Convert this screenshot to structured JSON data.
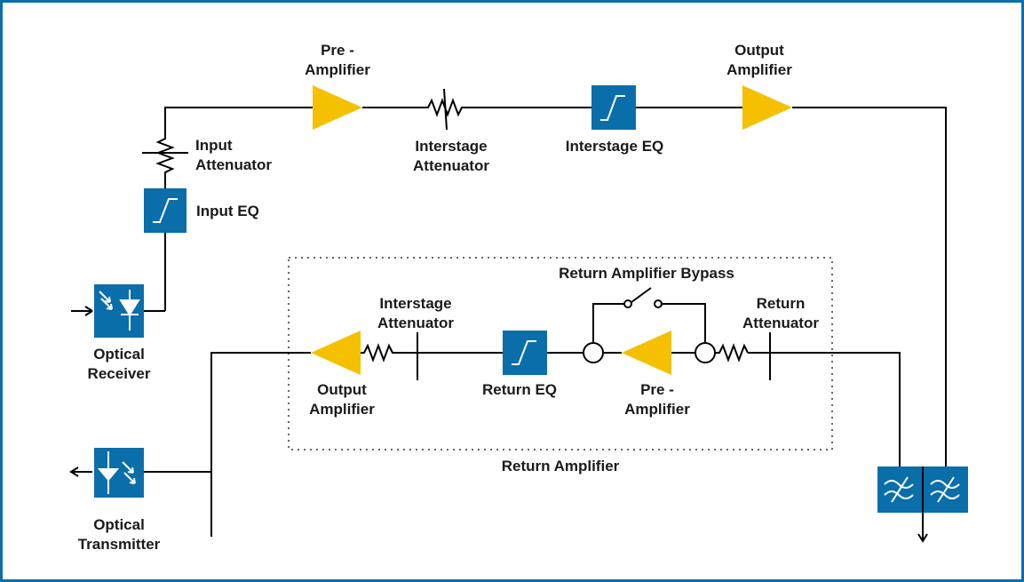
{
  "colors": {
    "frame": "#0a6eaa",
    "block": "#0a6eaa",
    "amplifier": "#f5c000",
    "line": "#000000"
  },
  "forward": {
    "pre_amplifier": [
      "Pre -",
      "Amplifier"
    ],
    "output_amplifier": [
      "Output",
      "Amplifier"
    ],
    "interstage_attenuator": [
      "Interstage",
      "Attenuator"
    ],
    "interstage_eq": "Interstage EQ",
    "input_attenuator": [
      "Input",
      "Attenuator"
    ],
    "input_eq": "Input EQ",
    "optical_receiver": [
      "Optical",
      "Receiver"
    ]
  },
  "return": {
    "bypass": "Return Amplifier Bypass",
    "interstage_attenuator": [
      "Interstage",
      "Attenuator"
    ],
    "return_attenuator": [
      "Return",
      "Attenuator"
    ],
    "output_amplifier": [
      "Output",
      "Amplifier"
    ],
    "return_eq": "Return EQ",
    "pre_amplifier": [
      "Pre -",
      "Amplifier"
    ],
    "group_label": "Return Amplifier",
    "optical_transmitter": [
      "Optical",
      "Transmitter"
    ]
  }
}
